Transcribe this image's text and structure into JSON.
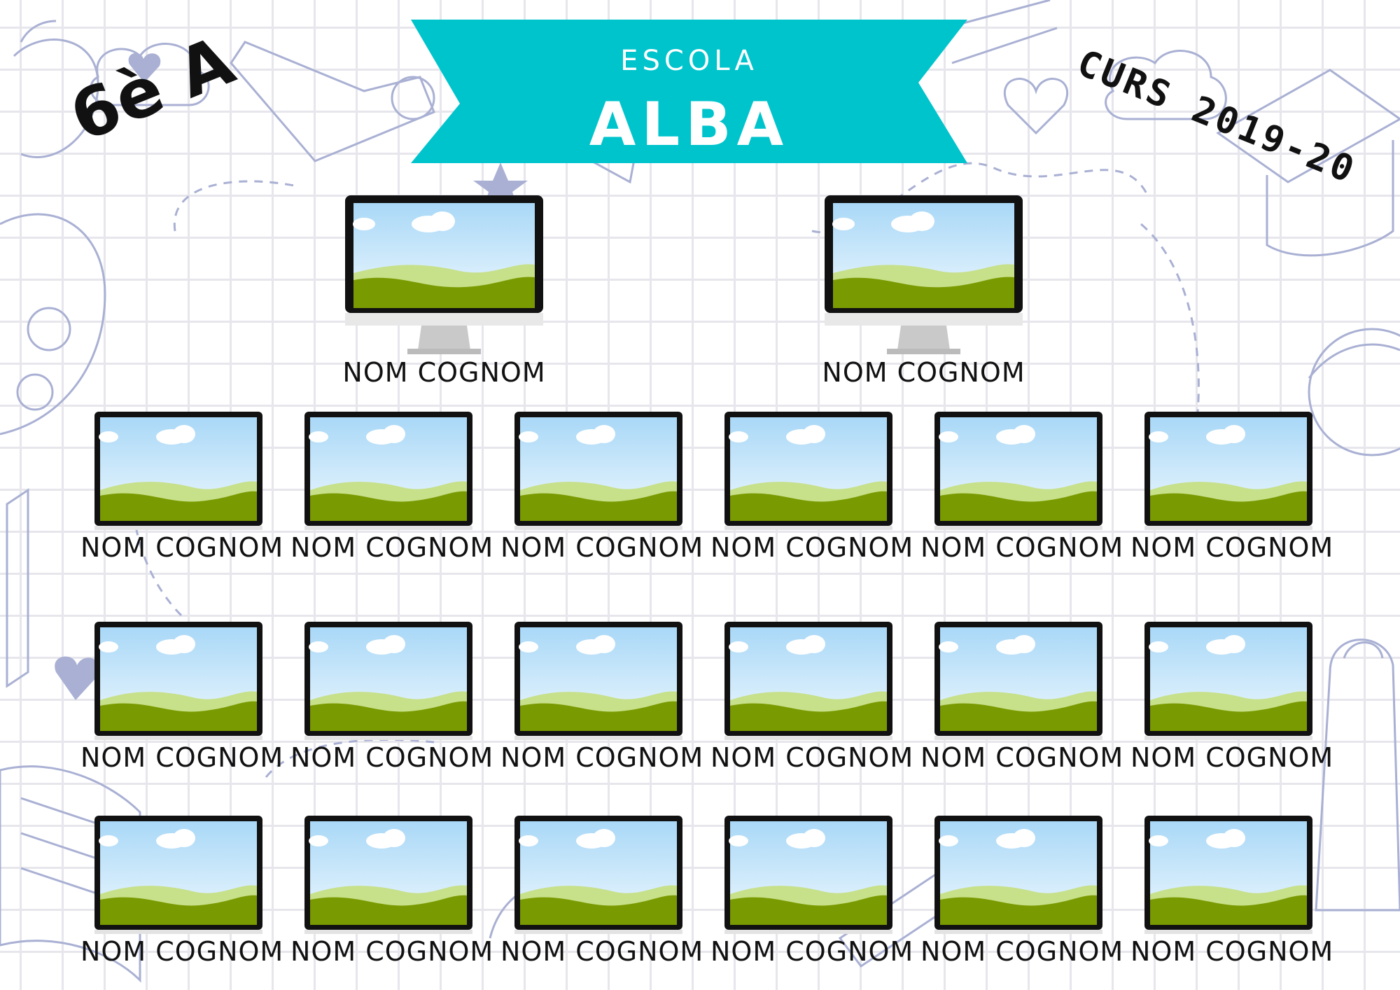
{
  "header": {
    "school_small": "ESCOLA",
    "school_name": "ALBA",
    "class_label": "6è A",
    "year_label": "CURS 2019-20",
    "banner_color": "#00c4cc"
  },
  "teachers": [
    {
      "name": "NOM COGNOM"
    },
    {
      "name": "NOM COGNOM"
    }
  ],
  "students": [
    {
      "name": "NOM COGNOM"
    },
    {
      "name": "NOM COGNOM"
    },
    {
      "name": "NOM COGNOM"
    },
    {
      "name": "NOM COGNOM"
    },
    {
      "name": "NOM COGNOM"
    },
    {
      "name": "NOM COGNOM"
    },
    {
      "name": "NOM COGNOM"
    },
    {
      "name": "NOM COGNOM"
    },
    {
      "name": "NOM COGNOM"
    },
    {
      "name": "NOM COGNOM"
    },
    {
      "name": "NOM COGNOM"
    },
    {
      "name": "NOM COGNOM"
    },
    {
      "name": "NOM COGNOM"
    },
    {
      "name": "NOM COGNOM"
    },
    {
      "name": "NOM COGNOM"
    },
    {
      "name": "NOM COGNOM"
    },
    {
      "name": "NOM COGNOM"
    },
    {
      "name": "NOM COGNOM"
    }
  ],
  "colors": {
    "sky_top": "#bfe3fb",
    "grass": "#7a9a01",
    "grass_light": "#c7e08a",
    "doodle": "#a9b0d3"
  }
}
